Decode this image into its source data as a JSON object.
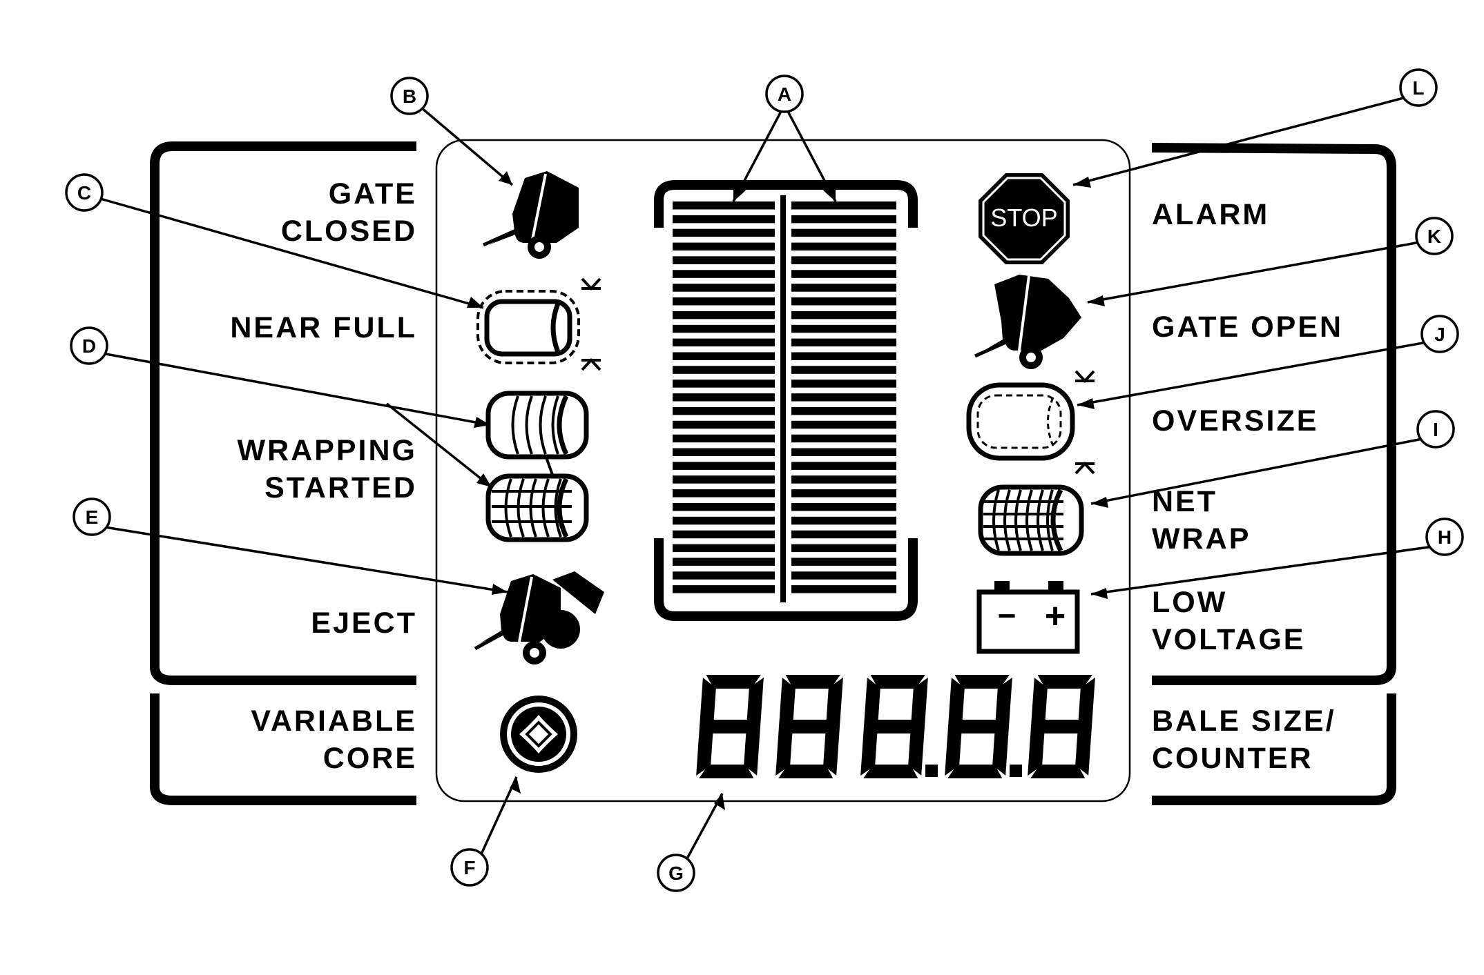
{
  "labels_left": {
    "gate_closed": [
      "GATE",
      "CLOSED"
    ],
    "near_full": [
      "NEAR FULL"
    ],
    "wrapping_started": [
      "WRAPPING",
      "STARTED"
    ],
    "eject": [
      "EJECT"
    ],
    "variable_core": [
      "VARIABLE",
      "CORE"
    ]
  },
  "labels_right": {
    "alarm": [
      "ALARM"
    ],
    "gate_open": [
      "GATE OPEN"
    ],
    "oversize": [
      "OVERSIZE"
    ],
    "net_wrap": [
      "NET",
      "WRAP"
    ],
    "low_voltage": [
      "LOW",
      "VOLTAGE"
    ],
    "bale_size_counter": [
      "BALE SIZE/",
      "COUNTER"
    ]
  },
  "callouts": {
    "a": "A",
    "b": "B",
    "c": "C",
    "d": "D",
    "e": "E",
    "f": "F",
    "g": "G",
    "h": "H",
    "i": "I",
    "j": "J",
    "k": "K",
    "l": "L"
  },
  "stop_sign": "STOP",
  "battery": {
    "minus": "−",
    "plus": "+"
  },
  "bar_segments_per_column": 29
}
